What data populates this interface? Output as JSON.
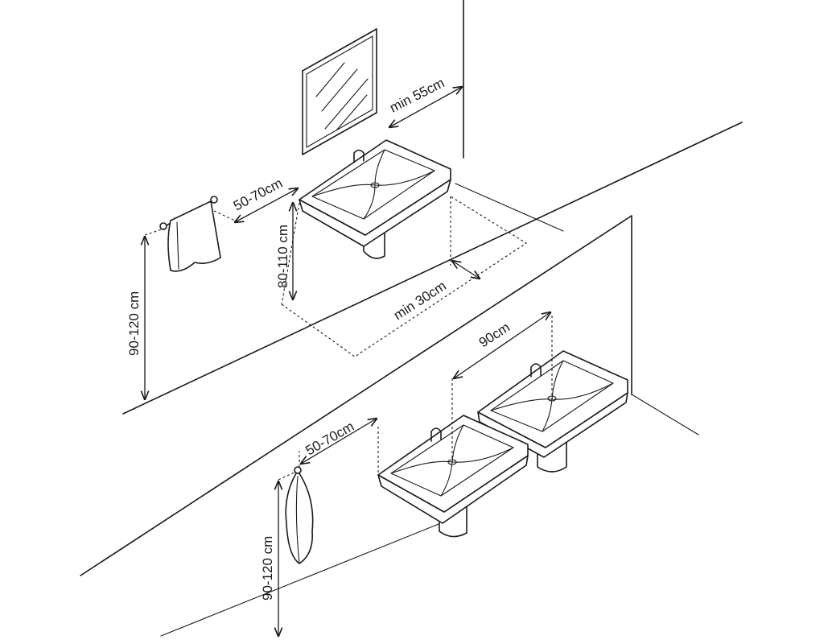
{
  "diagram": {
    "labels": {
      "mirror_clearance": "min 55cm",
      "towel_distance_top": "50-70cm",
      "basin_height": "80-110 cm",
      "towel_height_top": "90-120 cm",
      "floor_space": "min 30cm",
      "basin_spacing": "90cm",
      "towel_distance_bottom": "50-70cm",
      "towel_height_bottom": "90-120 cm"
    },
    "colors": {
      "line": "#1a1a1a",
      "background": "#ffffff"
    },
    "icons": {
      "mirror": "mirror-icon",
      "basin": "washbasin-icon",
      "towel_rail": "towel-rail-icon",
      "towel_hook": "towel-hook-icon"
    }
  }
}
